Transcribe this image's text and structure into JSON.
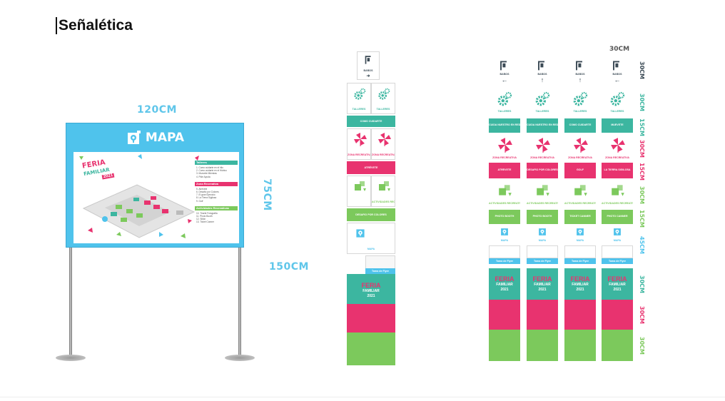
{
  "page": {
    "title": "Señalética"
  },
  "dimensions": {
    "board_width": "120CM",
    "board_height": "75CM",
    "total_height": "150CM",
    "column_width": "30CM",
    "rows": [
      "30CM",
      "30CM",
      "15CM",
      "30CM",
      "15CM",
      "30CM",
      "15CM",
      "45CM",
      "30CM",
      "30CM",
      "30CM"
    ]
  },
  "colors": {
    "cyan": "#4fc3ec",
    "teal": "#3cb6a0",
    "green": "#7cc95c",
    "pink": "#e8336f",
    "dark": "#3b4a55",
    "grey": "#cccccc"
  },
  "map_board": {
    "title": "MAPA",
    "icon": "map-pin-icon",
    "logo_line1": "FERIA",
    "logo_line2": "FAMILIAR",
    "logo_year": "2021",
    "sections": [
      {
        "heading": "Talleres",
        "color": "teal",
        "items": [
          "1. Como cuidarte en el hilo",
          "2. Como cuidarte en el Hidrico",
          "3. Muevete Mientras",
          "4. Pide Ayuda"
        ]
      },
      {
        "heading": "Zona Recreativa",
        "color": "pink",
        "items": [
          "5. Atrévete",
          "6. Desafio por Colores",
          "7. El gran Ejercicio",
          "8. La Tierra Sigilosa",
          "9. Golf"
        ]
      },
      {
        "heading": "Actividades Recreativas",
        "color": "green",
        "items": [
          "10. Tirarte Fotografia",
          "11. Photo Booth",
          "12. Sillón",
          "13. Ticket Canner"
        ]
      }
    ]
  },
  "tower": {
    "bathroom_label": "BAÑOS",
    "talleres_label": "TALLERES",
    "zona_label": "ZONA RECREATIVA",
    "band_labels": [
      "COMO CUIDARTE",
      "ATRÉVETE",
      "DESAFIO POR COLORES",
      "ACTIVIDADES RECREATIVAS",
      "ACTIVIDADES RECREATIVAS",
      "MAPA",
      "Toma de Flyer"
    ],
    "logo_line1": "FERIA",
    "logo_line2": "FAMILIAR",
    "logo_year": "2021"
  },
  "columns": [
    {
      "baños": "BAÑOS",
      "arrow": "←",
      "talleres": "TALLERES",
      "band1": "CUIDA NUESTRO EN RED",
      "zona": "ZONA RECREATIVA",
      "band2": "ATRÉVETE",
      "activ": "ACTIVIDADES RECREATIVAS",
      "band3": "PHOTO BOOTH",
      "mapa": "MAPA",
      "flyer": "Toma de Flyer"
    },
    {
      "baños": "BAÑOS",
      "arrow": "↑",
      "talleres": "TALLERES",
      "band1": "CUIDA NUESTRO EN RED",
      "zona": "ZONA RECREATIVA",
      "band2": "DESAFIO POR COLORES",
      "activ": "ACTIVIDADES RECREATIVAS",
      "band3": "PHOTO BOOTH",
      "mapa": "MAPA",
      "flyer": "Toma de Flyer"
    },
    {
      "baños": "BAÑOS",
      "arrow": "↑",
      "talleres": "TALLERES",
      "band1": "COMO CUIDARTE",
      "zona": "ZONA RECREATIVA",
      "band2": "GOLF",
      "activ": "ACTIVIDADES RECREATIVAS",
      "band3": "TICKET CANNER",
      "mapa": "MAPA",
      "flyer": "Toma de Flyer"
    },
    {
      "baños": "BAÑOS",
      "arrow": "←",
      "talleres": "TALLERES",
      "band1": "MUEVETE",
      "zona": "ZONA RECREATIVA",
      "band2": "LA TIERRA SIGILOSA",
      "activ": "ACTIVIDADES RECREATIVAS",
      "band3": "PHOTO CANNER",
      "mapa": "MAPA",
      "flyer": "Toma de Flyer"
    }
  ],
  "col_logo": {
    "line1": "FERIA",
    "line2": "FAMILIAR",
    "year": "2021"
  }
}
